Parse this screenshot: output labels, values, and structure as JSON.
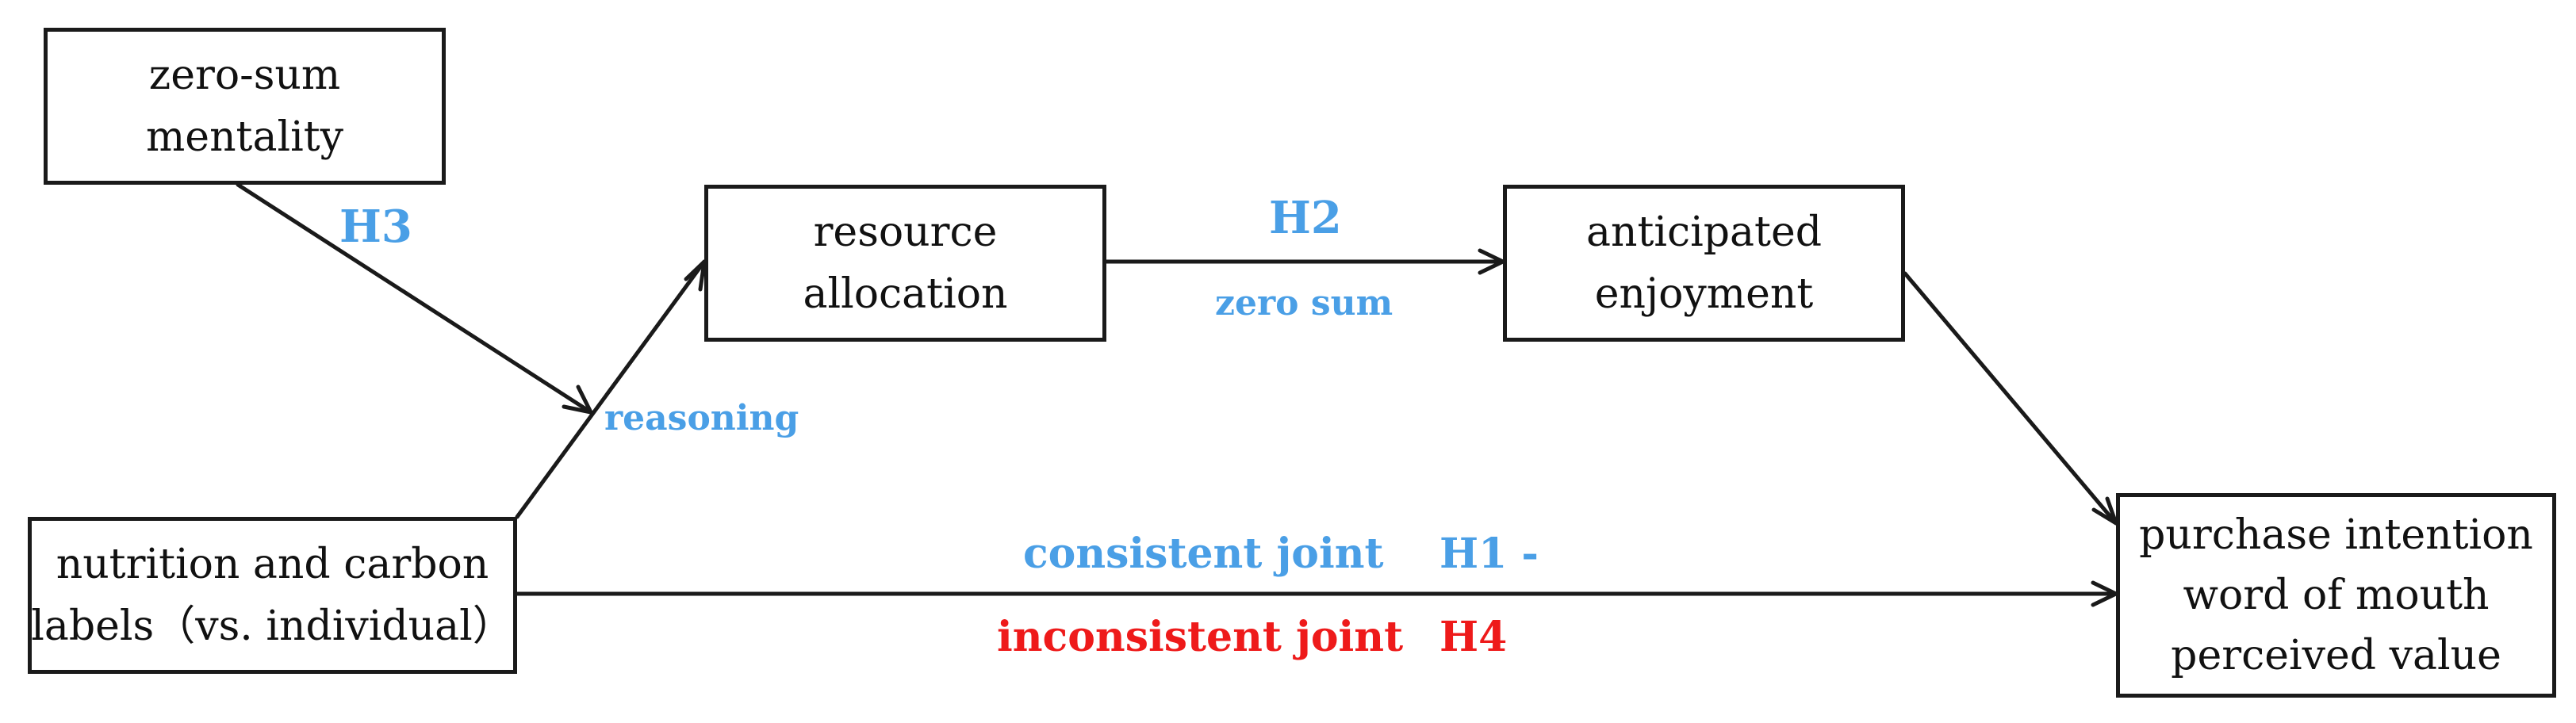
{
  "nodes": {
    "zero_sum_mentality": [
      "zero-sum",
      "mentality"
    ],
    "resource_allocation": [
      "resource",
      "allocation"
    ],
    "anticipated_enjoyment": [
      "anticipated",
      "enjoyment"
    ],
    "labels": [
      "nutrition and carbon",
      "labels（vs. individual）"
    ],
    "outcomes": [
      "purchase intention",
      "word of  mouth",
      "perceived value"
    ]
  },
  "edge_labels": {
    "h3": "H3",
    "reasoning": "reasoning",
    "h2": "H2",
    "zero_sum": "zero sum",
    "consistent_joint": "consistent joint",
    "h1": "H1 -",
    "inconsistent_joint": "inconsistent joint",
    "h4": "H4"
  },
  "colors": {
    "hypothesis_blue": "#4a9fe6",
    "hypothesis_red": "#ee1a1a",
    "stroke": "#1a1a1a"
  }
}
